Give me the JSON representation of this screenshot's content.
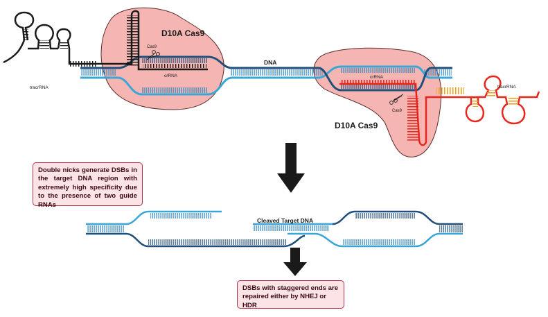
{
  "labels": {
    "cas9_top": "D10A Cas9",
    "cas9_bottom": "D10A Cas9",
    "dna": "DNA",
    "tracr_left": "tracrRNA",
    "tracr_right": "tracrRNA",
    "crrna_left": "crRNA",
    "crrna_right": "crRNA",
    "cas9_scissor_left": "Cas9",
    "cas9_scissor_right": "Cas9",
    "cleaved": "Cleaved Target DNA"
  },
  "boxes": {
    "nicks": "Double nicks generate DSBs in the target DNA region with extremely high specificity due to the presence of two guide RNAs",
    "repair": "DSBs with staggered ends are repaired either by NHEJ or HDR"
  },
  "colors": {
    "dna_light": "#3aa6d6",
    "dna_dark": "#1f4f7a",
    "protein_fill": "#f5b5b2",
    "rna_black": "#1a1a1a",
    "rna_red": "#e8261c",
    "rna_orange": "#f0a020",
    "arrow": "#1a1a1a"
  }
}
